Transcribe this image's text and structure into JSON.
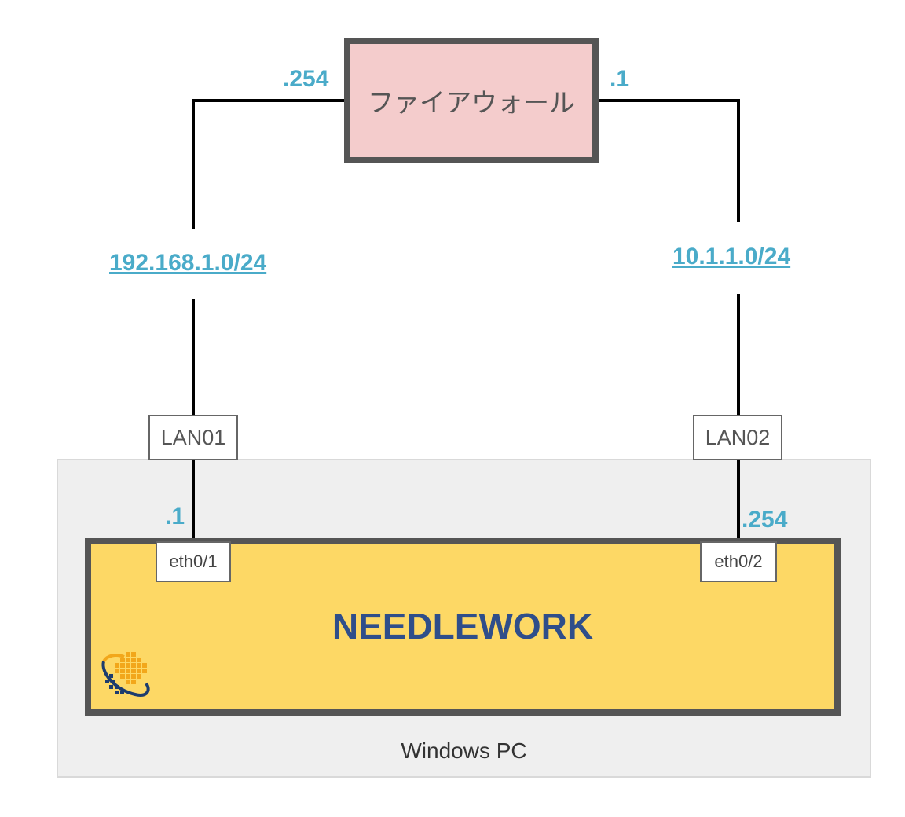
{
  "firewall": {
    "label": "ファイアウォール"
  },
  "left_link": {
    "firewall_ip": ".254",
    "subnet": "192.168.1.0/24",
    "lan_label": "LAN01",
    "device_ip": ".1",
    "port": "eth0/1"
  },
  "right_link": {
    "firewall_ip": ".1",
    "subnet": "10.1.1.0/24",
    "lan_label": "LAN02",
    "device_ip": ".254",
    "port": "eth0/2"
  },
  "appliance": {
    "name": "NEEDLEWORK",
    "logo_icon": "needlework-logo-icon"
  },
  "host": {
    "label": "Windows PC"
  },
  "colors": {
    "ip_text": "#4aabc9",
    "firewall_fill": "#f4cccc",
    "appliance_fill": "#fdd865",
    "brand_text": "#2f4e8a",
    "pc_area_fill": "#efefef"
  }
}
